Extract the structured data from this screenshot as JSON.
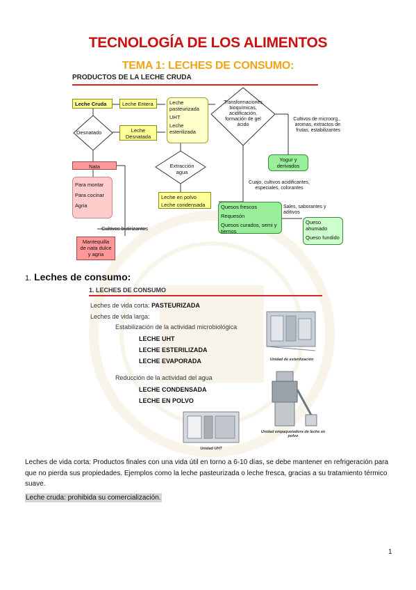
{
  "header": {
    "title": "TECNOLOGÍA DE LOS ALIMENTOS",
    "subtitle": "TEMA 1: LECHES DE CONSUMO:"
  },
  "diagram": {
    "heading": "PRODUCTOS DE LA LECHE CRUDA",
    "leche_cruda": "Leche Cruda",
    "leche_entera": "Leche Entera",
    "desnatado": "Desnatado",
    "leche_desnatada": "Leche Desnatada",
    "pasteurizada": "Leche pasteurizada",
    "uht": "UHT",
    "esterilizada": "Leche esterilizada",
    "transformaciones": "Transformaciones bioquímicas, acidificación, formación de gel ácido",
    "cultivos": "Cultivos de microorg., aromas, extractos de frutas, estabilizantes",
    "yogur": "Yogur y derivados",
    "nata": "Nata",
    "para_montar": "Para montar",
    "para_cocinar": "Para cocinar",
    "agria": "Agria",
    "extraccion": "Extracción agua",
    "polvo": "Leche en polvo",
    "condensada": "Leche condensada",
    "cuajo": "Cuajo, cultivos acidificantes, especiales, colorantes",
    "quesos_frescos": "Quesos frescos",
    "requeson": "Requesón",
    "quesos_curados": "Quesos curados, semi y tiernos",
    "sales": "Sales, saborantes y aditivos",
    "ahumado": "Queso ahumado",
    "fundido": "Queso fundido",
    "cultivos_but": "Cultivos butirizantes",
    "mantequilla": "Mantequilla de nata dulce y agria"
  },
  "section": {
    "number": "1.",
    "title": "Leches de consumo:"
  },
  "slide": {
    "heading": "1. LECHES DE CONSUMO",
    "corta_label": "Leches de vida corta: ",
    "corta_value": "PASTEURIZADA",
    "larga": "Leches de vida larga:",
    "estab": "Estabilización de la actividad microbiológica",
    "uht": "LECHE UHT",
    "esterilizada": "LECHE ESTERILIZADA",
    "evaporada": "LECHE EVAPORADA",
    "reduccion": "Reducción de la actividad del agua",
    "condensada": "LECHE CONDENSADA",
    "polvo": "LECHE EN POLVO",
    "cap_ester": "Unidad de esterilización",
    "cap_empaq": "Unidad empaquetadora de leche en polvo",
    "cap_uht": "Unidad UHT"
  },
  "body": {
    "paragraph": "Leches de vida corta: Productos finales con una vida útil en torno a 6-10 días, se debe mantener en refrigeración para que no pierda sus propiedades. Ejemplos como la leche pasteurizada o leche fresca, gracias a su tratamiento térmico suave.",
    "highlight": "Leche cruda: prohibida su comercialización.",
    "page_number": "1"
  }
}
